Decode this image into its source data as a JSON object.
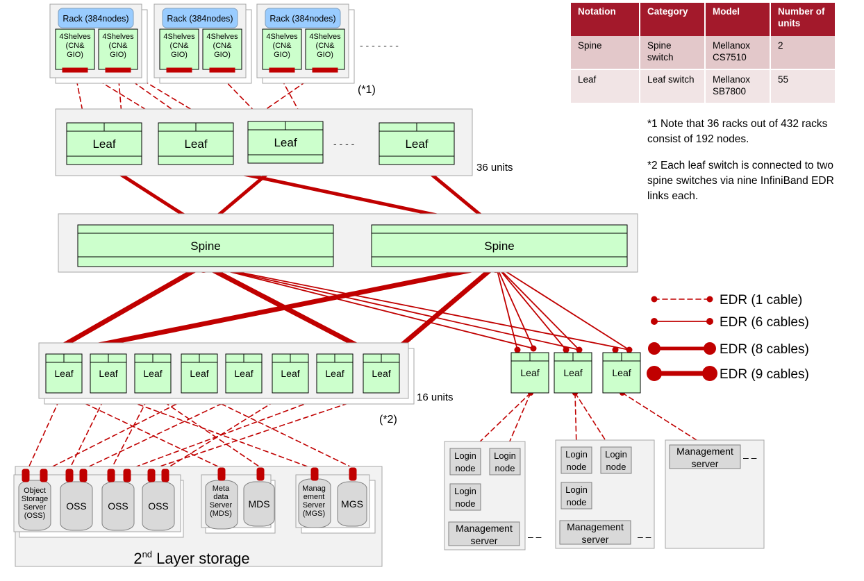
{
  "table": {
    "headers": [
      "Notation",
      "Category",
      "Model",
      "Number of units"
    ],
    "rows": [
      [
        "Spine",
        "Spine switch",
        "Mellanox CS7510",
        "2"
      ],
      [
        "Leaf",
        "Leaf switch",
        "Mellanox SB7800",
        "55"
      ]
    ]
  },
  "notes": {
    "note1": "*1 Note that 36 racks out of 432 racks consist of 192 nodes.",
    "note2": "*2 Each leaf switch is connected to two spine switches via nine InfiniBand EDR links each."
  },
  "legend": [
    {
      "label": "EDR (1 cable)",
      "style": "dashed"
    },
    {
      "label": "EDR (6 cables)",
      "style": "thin"
    },
    {
      "label": "EDR (8 cables)",
      "style": "thick"
    },
    {
      "label": "EDR (9 cables)",
      "style": "thicker"
    }
  ],
  "racks": {
    "title": "Rack (384nodes)",
    "shelf": [
      "4Shelves",
      "(CN&",
      "GIO)"
    ],
    "ellipsis": "- - - - - - -",
    "ref": "(*1)"
  },
  "leaf": {
    "label": "Leaf",
    "dots": "- - - -",
    "units": "36 units"
  },
  "spine": {
    "label": "Spine"
  },
  "lower_leaf": {
    "label": "Leaf",
    "units": "16 units",
    "ref": "(*2)"
  },
  "login_groups": {
    "login_node": [
      "Login",
      "node"
    ],
    "management_server": [
      "Management",
      "server"
    ],
    "ellipsis": "– –"
  },
  "storage": {
    "oss_full": [
      "Object",
      "Storage",
      "Server",
      "(OSS)"
    ],
    "oss": "OSS",
    "mds_full": [
      "Meta",
      "data",
      "Server",
      "(MDS)"
    ],
    "mds": "MDS",
    "mgs_full": [
      "Manag",
      "ement",
      "Server",
      "(MGS)"
    ],
    "mgs": "MGS",
    "title_main": "2",
    "title_sup": "nd",
    "title_rest": " Layer storage"
  },
  "colors": {
    "link": "#c00000",
    "switch_fill": "#ccffcc",
    "rack_fill": "#99ccff",
    "panel": "#f2f2f2",
    "table_header": "#a3192b"
  }
}
